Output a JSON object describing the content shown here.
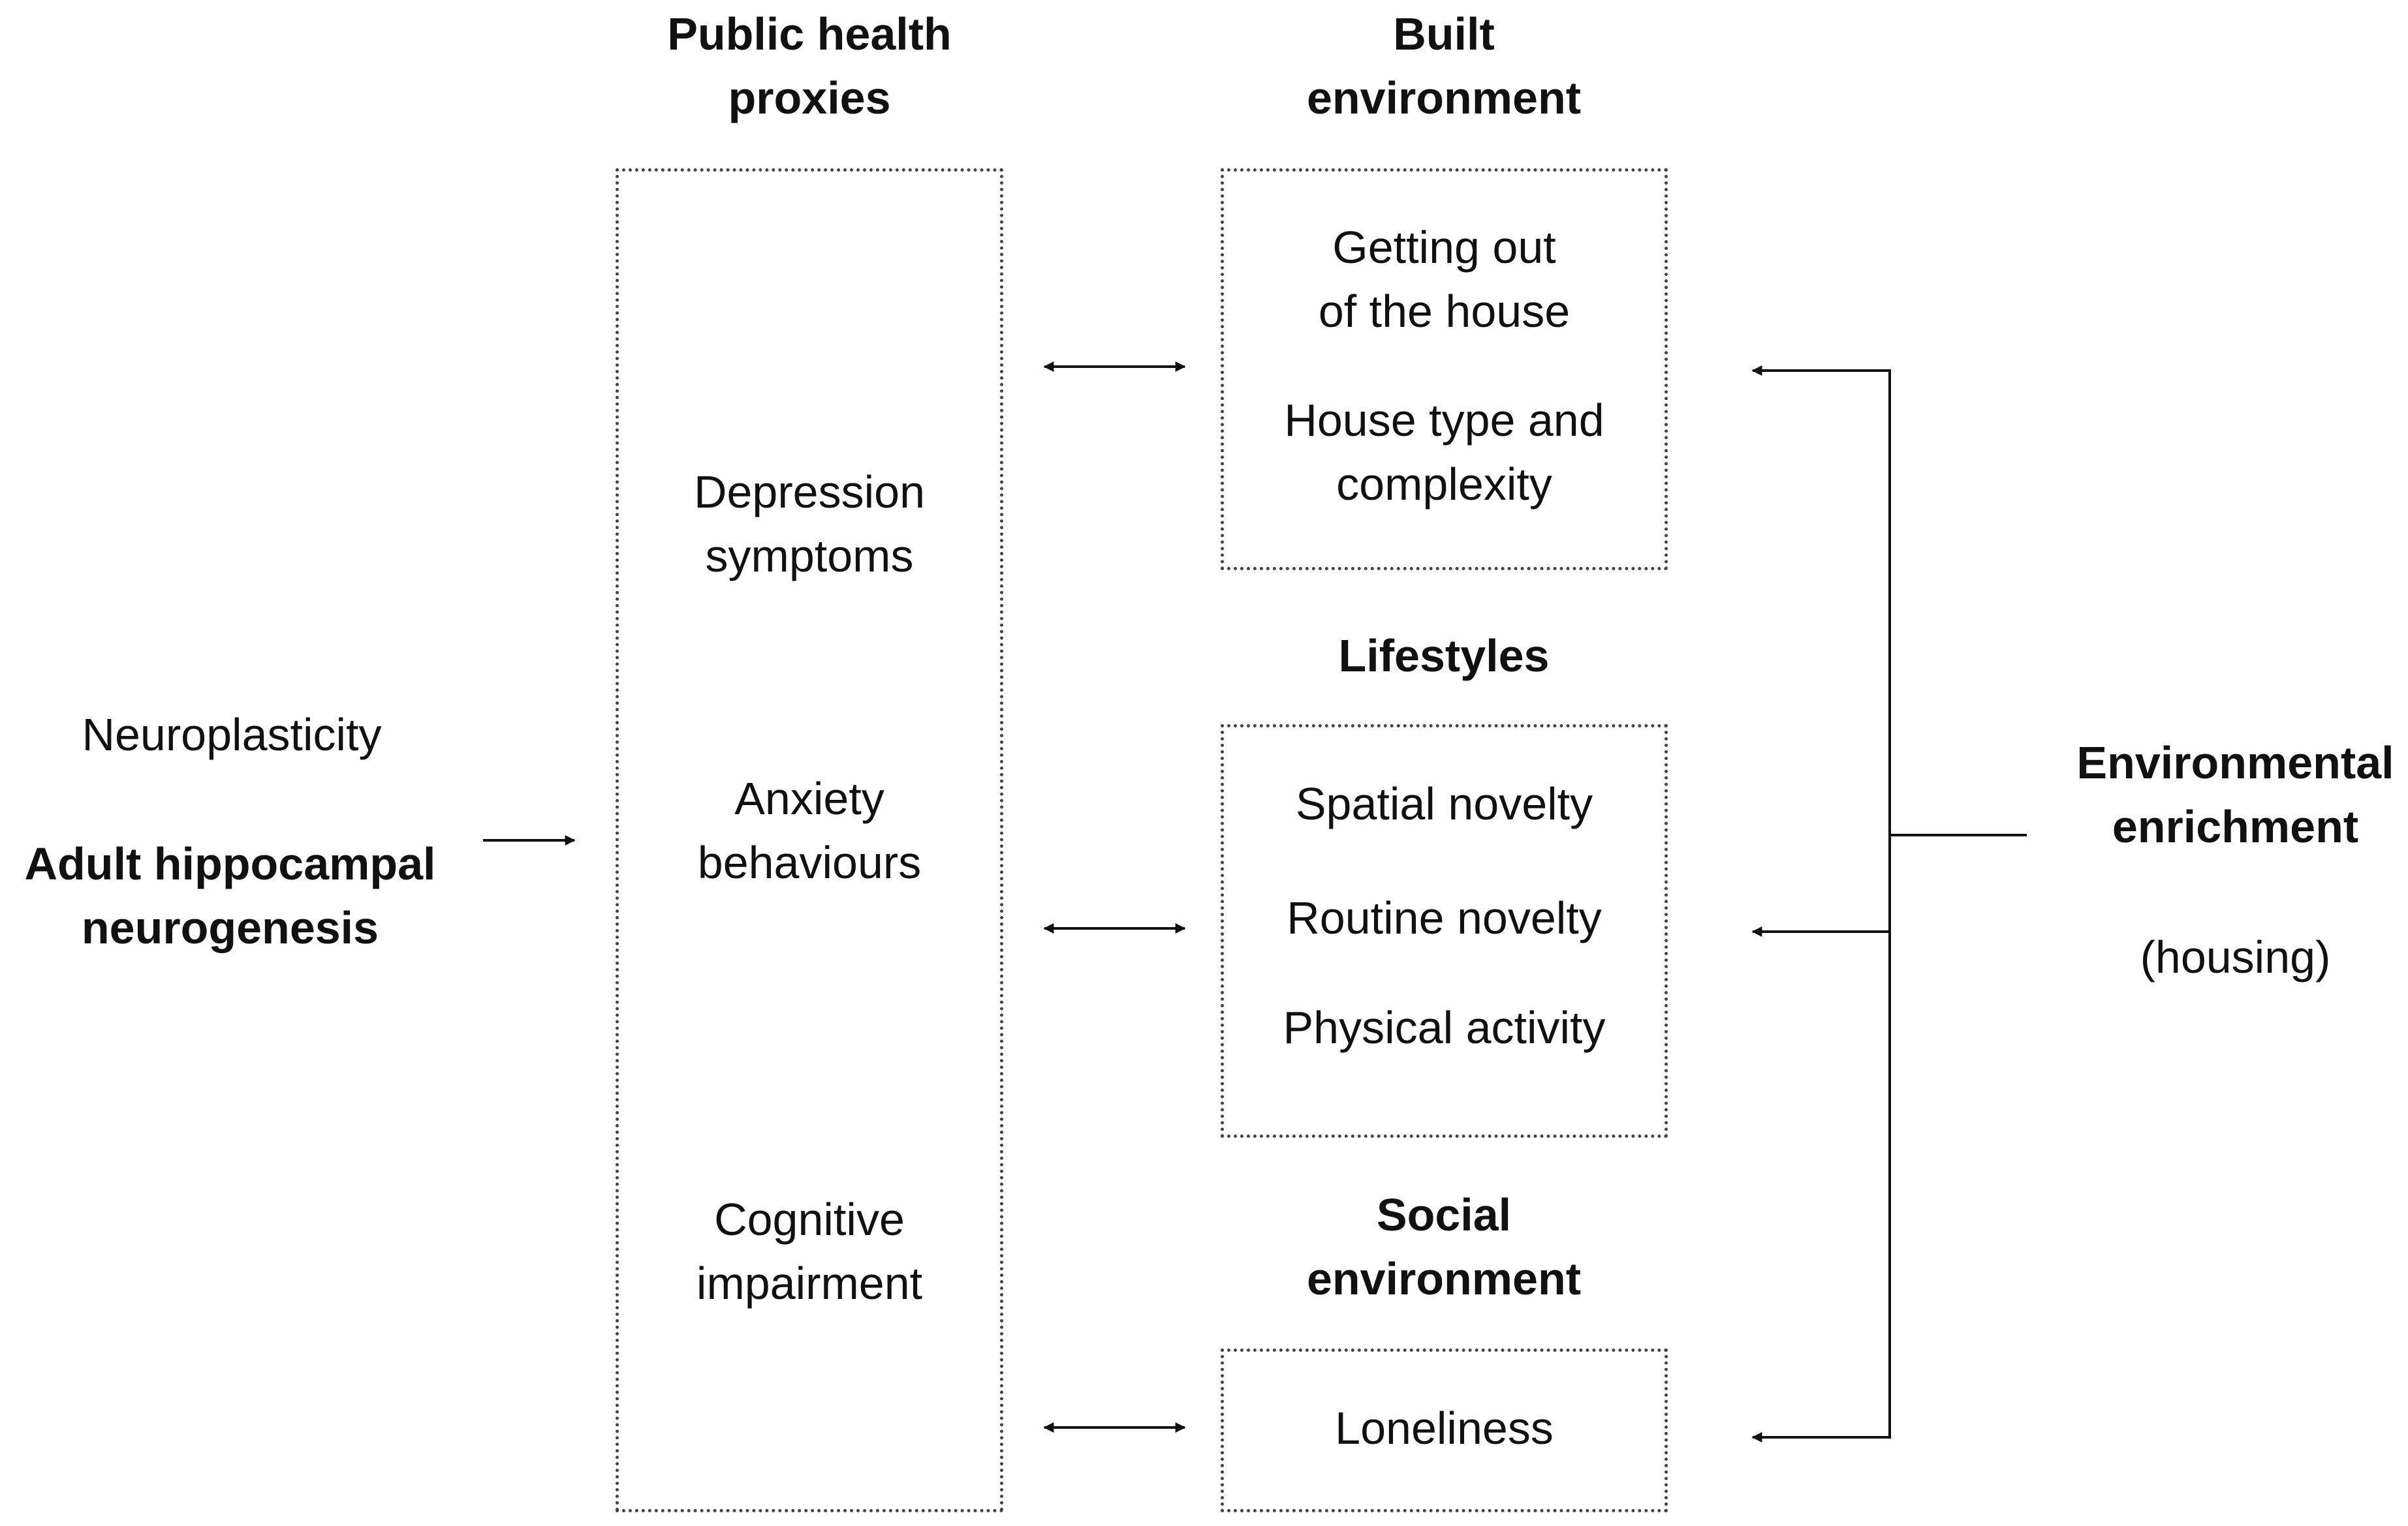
{
  "headings": {
    "public_health_line1": "Public health",
    "public_health_line2": "proxies",
    "built_line1": "Built",
    "built_line2": "environment",
    "lifestyles": "Lifestyles",
    "social_line1": "Social",
    "social_line2": "environment",
    "enrichment_line1": "Environmental",
    "enrichment_line2": "enrichment",
    "housing": "(housing)"
  },
  "left": {
    "neuroplasticity": "Neuroplasticity",
    "ahn_line1": "Adult hippocampal",
    "ahn_line2": "neurogenesis"
  },
  "proxies": {
    "depression_line1": "Depression",
    "depression_line2": "symptoms",
    "anxiety_line1": "Anxiety",
    "anxiety_line2": "behaviours",
    "cognitive_line1": "Cognitive",
    "cognitive_line2": "impairment"
  },
  "built_items": {
    "getting_out_line1": "Getting out",
    "getting_out_line2": "of the house",
    "house_type_line1": "House type and",
    "house_type_line2": "complexity"
  },
  "lifestyle_items": {
    "spatial": "Spatial novelty",
    "routine": "Routine novelty",
    "physical": "Physical activity"
  },
  "social_items": {
    "loneliness": "Loneliness"
  },
  "colors": {
    "line": "#111111",
    "box_border": "#444444",
    "text": "#111111"
  }
}
